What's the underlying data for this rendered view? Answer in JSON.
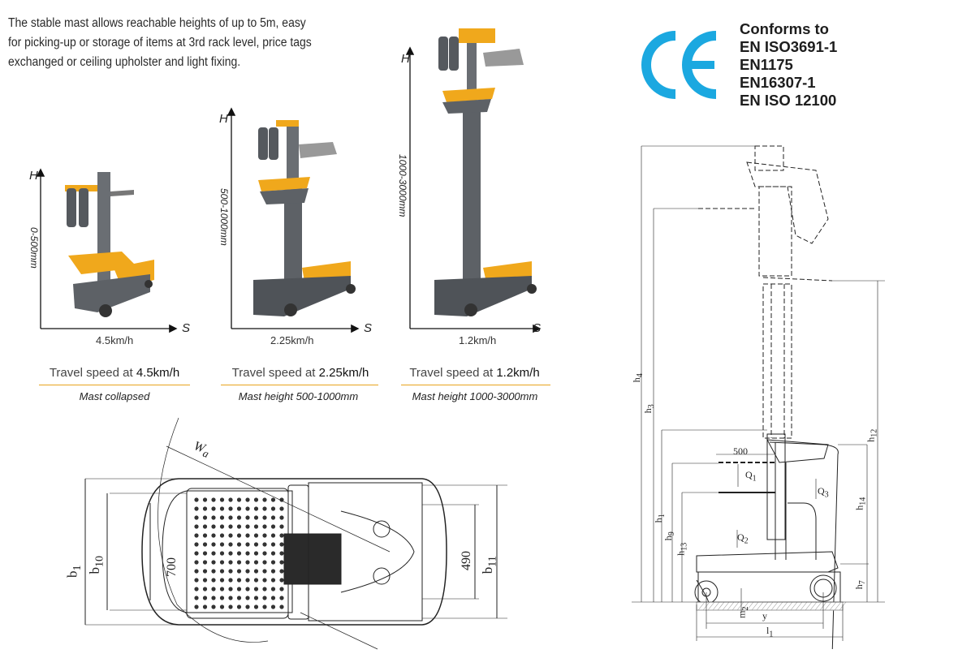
{
  "intro_text": [
    "The stable mast allows reachable heights of up to 5m, easy",
    "for picking-up or storage of items at 3rd rack level, price tags",
    "exchanged or ceiling upholster and light fixing."
  ],
  "certification": {
    "logo": "CE",
    "logo_color": "#1ba8e0",
    "lines": [
      "Conforms to",
      "EN ISO3691-1",
      "EN1175",
      "EN16307-1",
      "EN ISO 12100"
    ]
  },
  "axis_labels": {
    "vertical": "H",
    "horizontal": "S"
  },
  "variants": [
    {
      "range": "0-500mm",
      "speed": "4.5km/h",
      "caption_prefix": "Travel speed at ",
      "caption_value": "4.5km/h",
      "subtitle": "Mast collapsed"
    },
    {
      "range": "500-1000mm",
      "speed": "2.25km/h",
      "caption_prefix": "Travel speed at ",
      "caption_value": "2.25km/h",
      "subtitle": "Mast height 500-1000mm"
    },
    {
      "range": "1000-3000mm",
      "speed": "1.2km/h",
      "caption_prefix": "Travel speed at ",
      "caption_value": "1.2km/h",
      "subtitle": "Mast height 1000-3000mm"
    }
  ],
  "colors": {
    "machine_gray": "#5d6166",
    "machine_yellow": "#f0a81c",
    "caption_underline": "#e8a31c"
  },
  "top_view_dims": {
    "wa": "W",
    "wa_sub": "a",
    "b1": "b",
    "b1_sub": "1",
    "b10": "b",
    "b10_sub": "10",
    "d700": "700",
    "d490": "490",
    "b11": "b",
    "b11_sub": "11"
  },
  "side_view_dims": {
    "h4": "h",
    "h4_sub": "4",
    "h3": "h",
    "h3_sub": "3",
    "h1": "h",
    "h1_sub": "1",
    "h9": "h",
    "h9_sub": "9",
    "h13": "h",
    "h13_sub": "13",
    "h12": "h",
    "h12_sub": "12",
    "h14": "h",
    "h14_sub": "14",
    "h7": "h",
    "h7_sub": "7",
    "d500": "500",
    "q1": "Q",
    "q1_sub": "1",
    "q2": "Q",
    "q2_sub": "2",
    "q3": "Q",
    "q3_sub": "3",
    "m2": "m",
    "m2_sub": "2",
    "y": "y",
    "l1": "l",
    "l1_sub": "1"
  }
}
